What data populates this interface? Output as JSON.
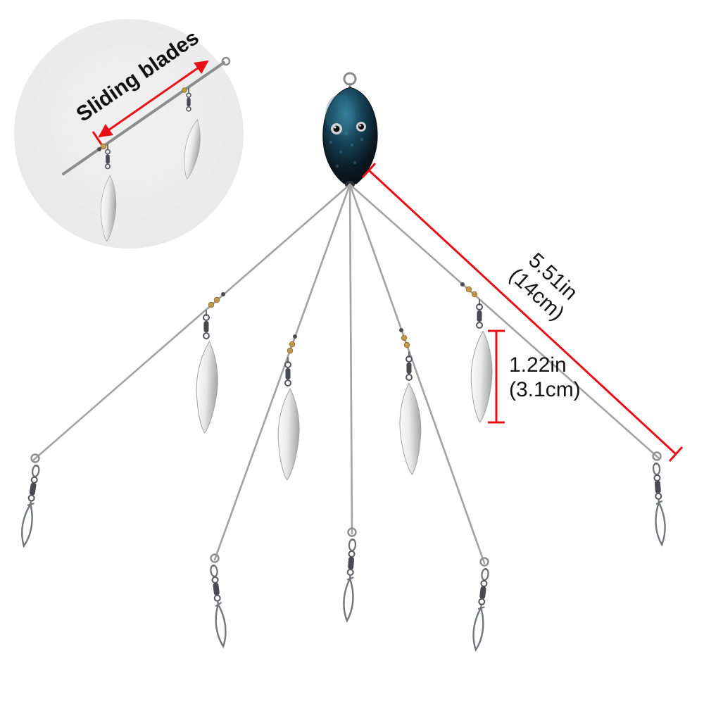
{
  "image": {
    "type": "product-photo",
    "subject": "5-arm umbrella fishing rig (Alabama rig) with sliding willow blades and snap swivels",
    "background_color": "#ffffff",
    "accent_color": "#e81016",
    "wire_color": "#a3a3a3",
    "blade_color": "#d9d9d9",
    "head_color": "#0d1b24"
  },
  "inset": {
    "label": "Sliding blades"
  },
  "measurements": {
    "arm_length_line1": "5.51in",
    "arm_length_line2": "(14cm)",
    "blade_length_line1": "1.22in",
    "blade_length_line2": "(3.1cm)"
  }
}
